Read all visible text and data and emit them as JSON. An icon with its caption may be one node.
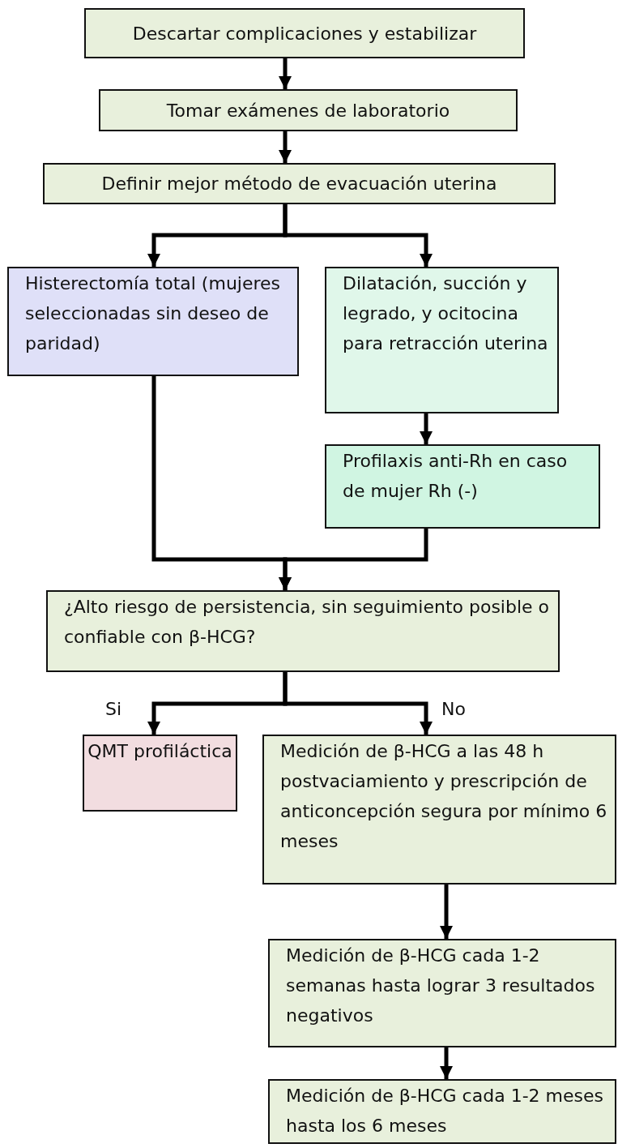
{
  "diagram": {
    "nodes": [
      {
        "text": [
          "Descartar complicaciones y estabilizar"
        ]
      },
      {
        "text": [
          "Tomar exámenes de laboratorio"
        ]
      },
      {
        "text": [
          "Definir mejor método de evacuación uterina"
        ]
      },
      {
        "text": [
          "Histerectomía total (mujeres seleccionadas sin deseo de paridad)"
        ]
      },
      {
        "text": [
          "Dilatación, succión y legrado, y ocitocina para retracción uterina"
        ]
      },
      {
        "text": [
          "Profilaxis anti-Rh en caso de mujer Rh (-)"
        ]
      },
      {
        "text": [
          "¿Alto riesgo de persistencia, sin seguimiento posible o confiable con β-HCG?"
        ]
      },
      {
        "text": [
          "QMT profiláctica"
        ]
      },
      {
        "text": [
          "Medición de β-HCG a las 48 h postvaciamiento y prescripción de anticoncepción segura por mínimo 6 meses"
        ]
      },
      {
        "text": [
          "Medición de β-HCG cada 1-2 semanas hasta lograr 3 resultados negativos"
        ]
      },
      {
        "text": [
          "Medición de β-HCG cada 1-2 meses hasta los 6 meses"
        ]
      }
    ],
    "edges": [
      {
        "from": 0,
        "to": 1,
        "arrow": "to"
      },
      {
        "from": 1,
        "to": 2,
        "arrow": "to"
      },
      {
        "from": 2,
        "to": 3,
        "arrow": "to"
      },
      {
        "from": 2,
        "to": 4,
        "arrow": "to"
      },
      {
        "from": 4,
        "to": 5,
        "arrow": "to"
      },
      {
        "from": 3,
        "to": 6,
        "arrow": "to"
      },
      {
        "from": 5,
        "to": 6,
        "arrow": "to"
      },
      {
        "from": 6,
        "to": 7,
        "arrow": "to",
        "label": "Si"
      },
      {
        "from": 6,
        "to": 8,
        "arrow": "to",
        "label": "No"
      },
      {
        "from": 8,
        "to": 9,
        "arrow": "to"
      },
      {
        "from": 9,
        "to": 10,
        "arrow": "to"
      }
    ]
  }
}
